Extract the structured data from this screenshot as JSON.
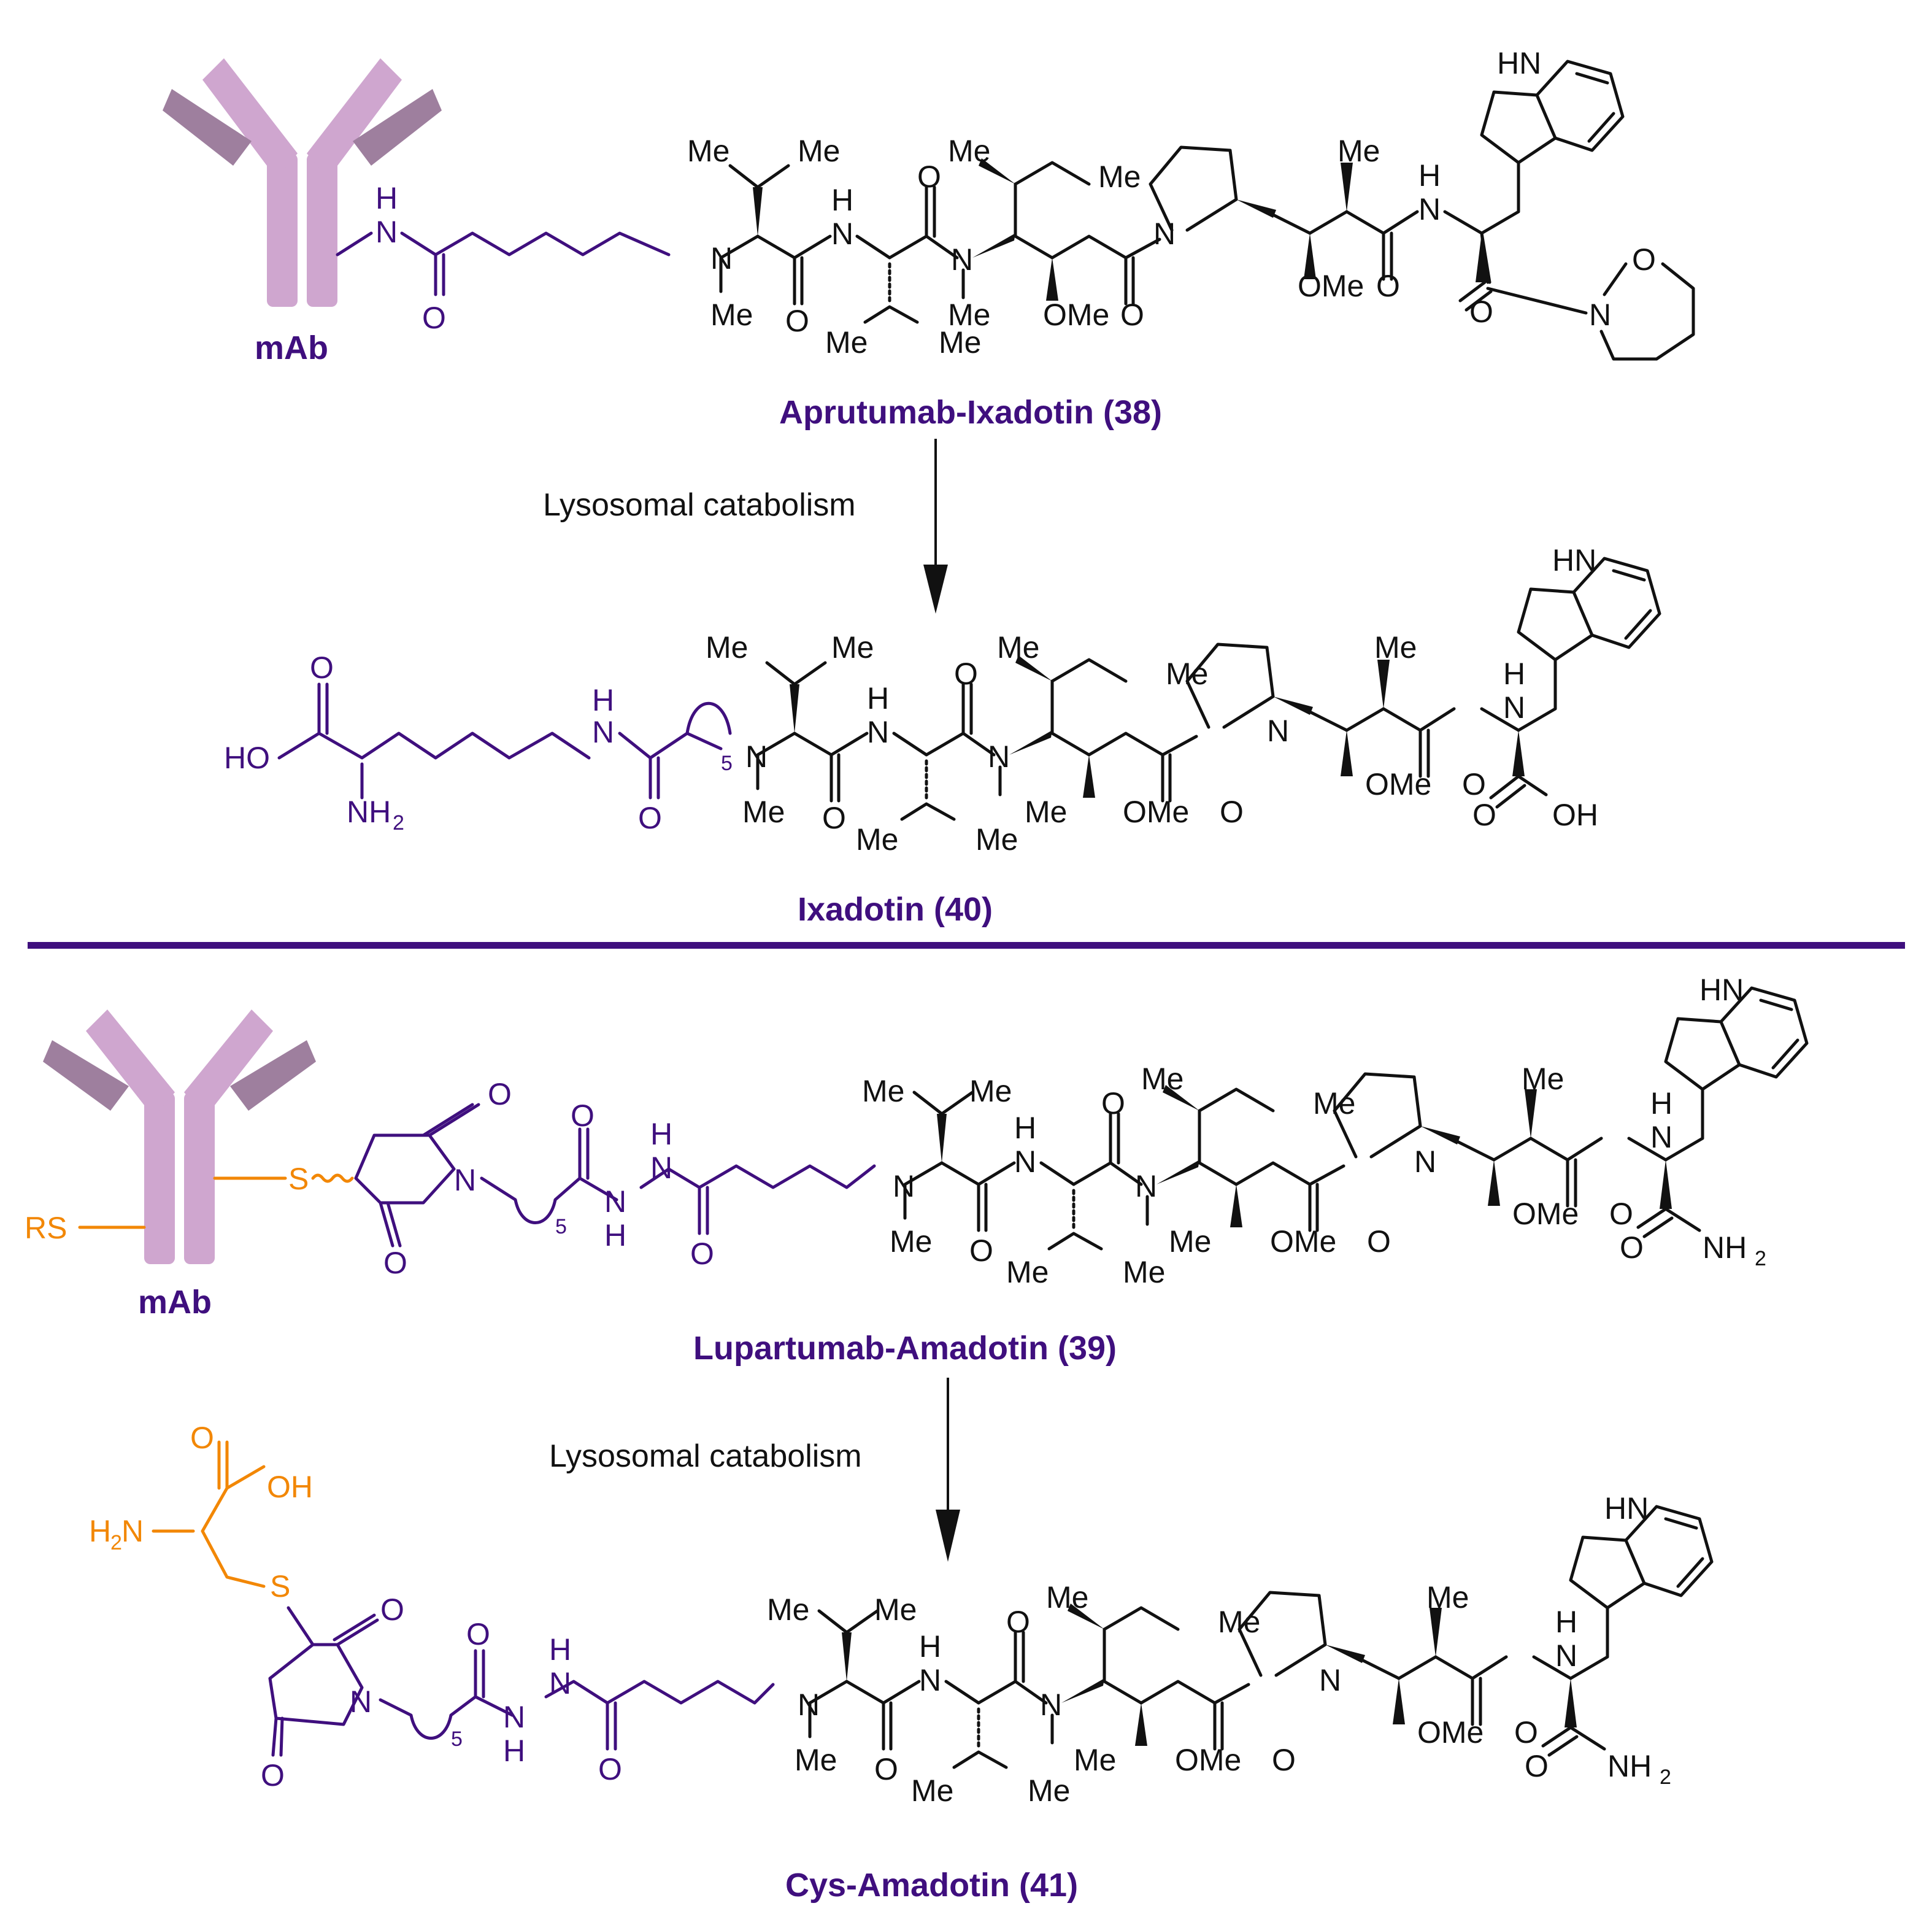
{
  "labels": {
    "mab": "mAb",
    "compound_38": "Aprutumab-Ixadotin (38)",
    "compound_40": "Ixadotin (40)",
    "compound_39": "Lupartumab-Amadotin (39)",
    "compound_41": "Cys-Amadotin (41)",
    "arrow_1": "Lysosomal catabolism",
    "arrow_2": "Lysosomal catabolism"
  },
  "atoms": {
    "me": "Me",
    "ome": "OMe",
    "o": "O",
    "n": "N",
    "h": "H",
    "hn": "HN",
    "s": "S",
    "rs": "RS",
    "oh": "OH",
    "ho": "HO",
    "nh": "NH",
    "h2n_h": "H",
    "two": "2",
    "five": "5"
  },
  "colors": {
    "linker": "#3f0f7e",
    "cysteine": "#f28705",
    "antibody": "#cfa6cf",
    "antibody_dark": "#9e7f9e",
    "divider": "#3f0f7e"
  }
}
